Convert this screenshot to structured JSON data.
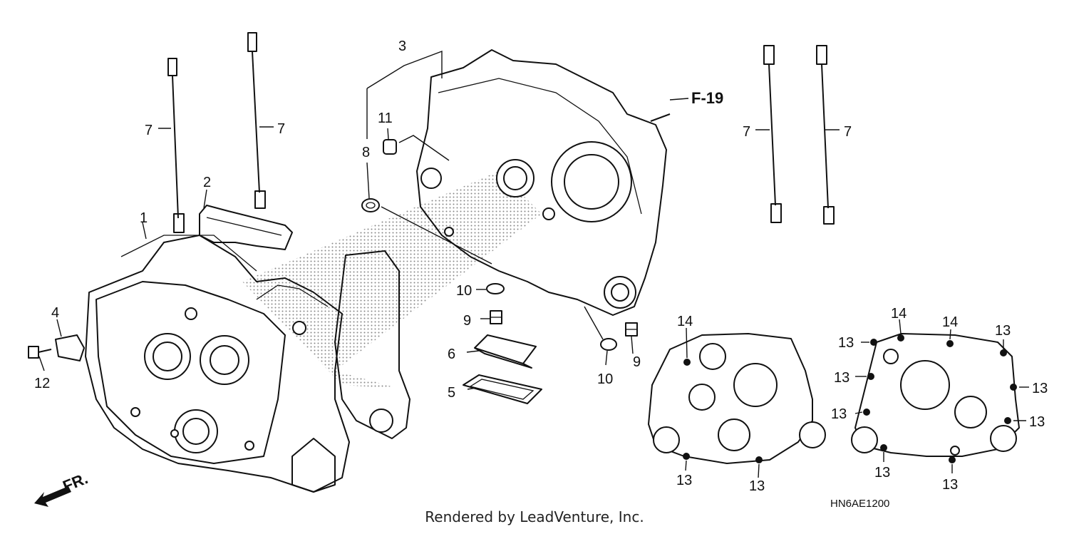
{
  "callouts": {
    "c1": "1",
    "c2": "2",
    "c3": "3",
    "c4": "4",
    "c5": "5",
    "c6": "6",
    "c7": "7",
    "c8": "8",
    "c9": "9",
    "c10": "10",
    "c11": "11",
    "c12": "12",
    "c13": "13",
    "c14": "14"
  },
  "ref_label": "F-19",
  "fr_label": "FR.",
  "diagram_code": "HN6AE1200",
  "credit": "Rendered by LeadVenture, Inc."
}
